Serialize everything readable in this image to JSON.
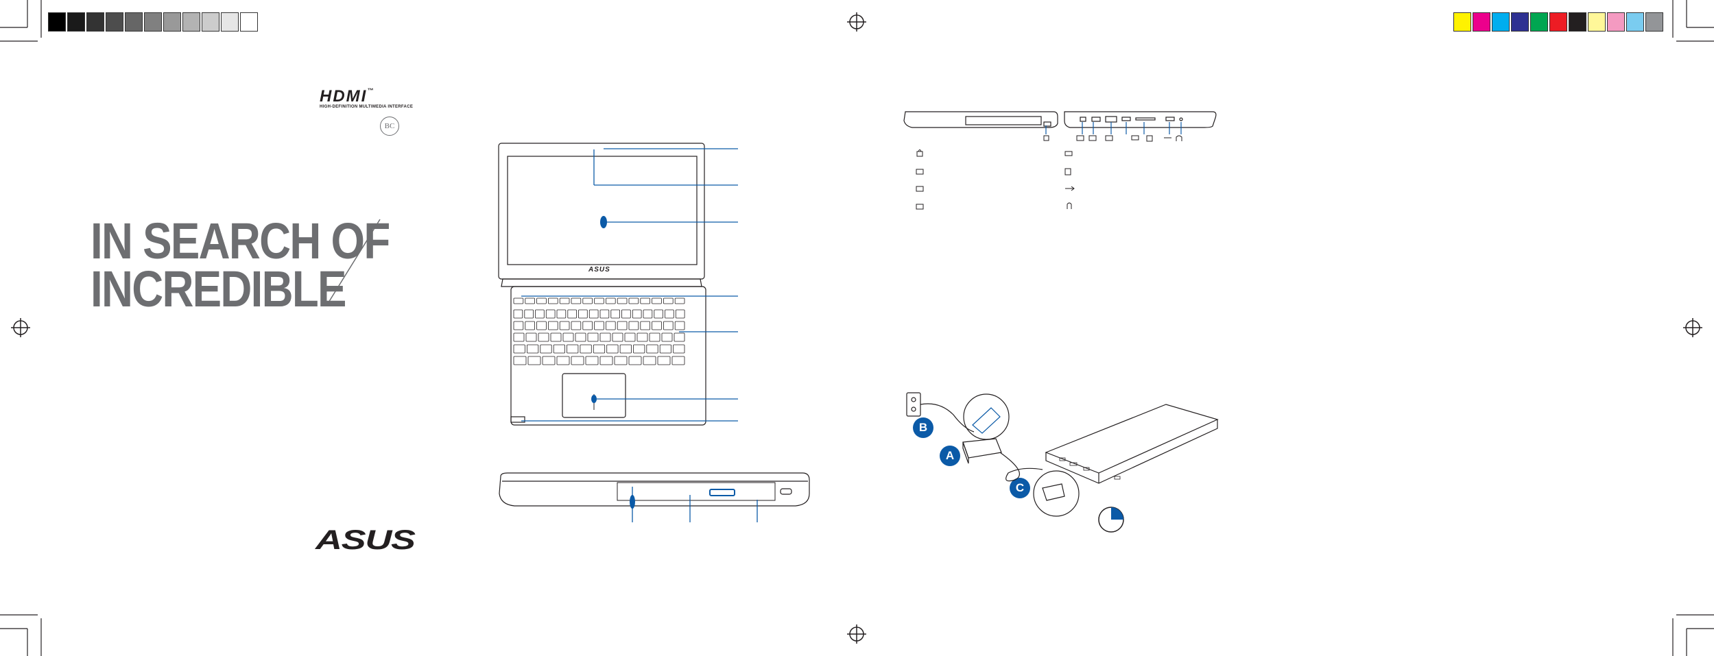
{
  "cover": {
    "headline_line1": "IN SEARCH OF",
    "headline_line2": "INCREDIBLE",
    "hdmi_logo": "HDMI",
    "hdmi_trademark": "™",
    "hdmi_subtitle": "HIGH-DEFINITION MULTIMEDIA INTERFACE",
    "bc_mark": "BC",
    "brand_logo": "ASUS"
  },
  "laptop_diagram": {
    "lid_logo": "ASUS"
  },
  "power_steps": {
    "labels": [
      "B",
      "A",
      "C"
    ]
  },
  "colors": {
    "accent": "#0b5aa7",
    "line": "#231f20",
    "headline": "#6d6e71"
  },
  "color_bar_left": [
    "#000000",
    "#1a1a1a",
    "#333333",
    "#4d4d4d",
    "#666666",
    "#808080",
    "#999999",
    "#b3b3b3",
    "#cccccc",
    "#e6e6e6",
    "#ffffff"
  ],
  "color_bar_right": [
    "#fff200",
    "#ec008c",
    "#00aeef",
    "#2e3192",
    "#00a651",
    "#ed1c24",
    "#231f20",
    "#fff799",
    "#f49ac1",
    "#7accf0",
    "#939598"
  ],
  "icons": [
    "kensington-lock-icon",
    "lan-port-icon",
    "network-icon",
    "vga-icon",
    "usb3-icon",
    "card-reader-icon",
    "usb-icon",
    "headphone-icon",
    "dc-in-icon",
    "clock-icon",
    "registration-mark-icon"
  ]
}
